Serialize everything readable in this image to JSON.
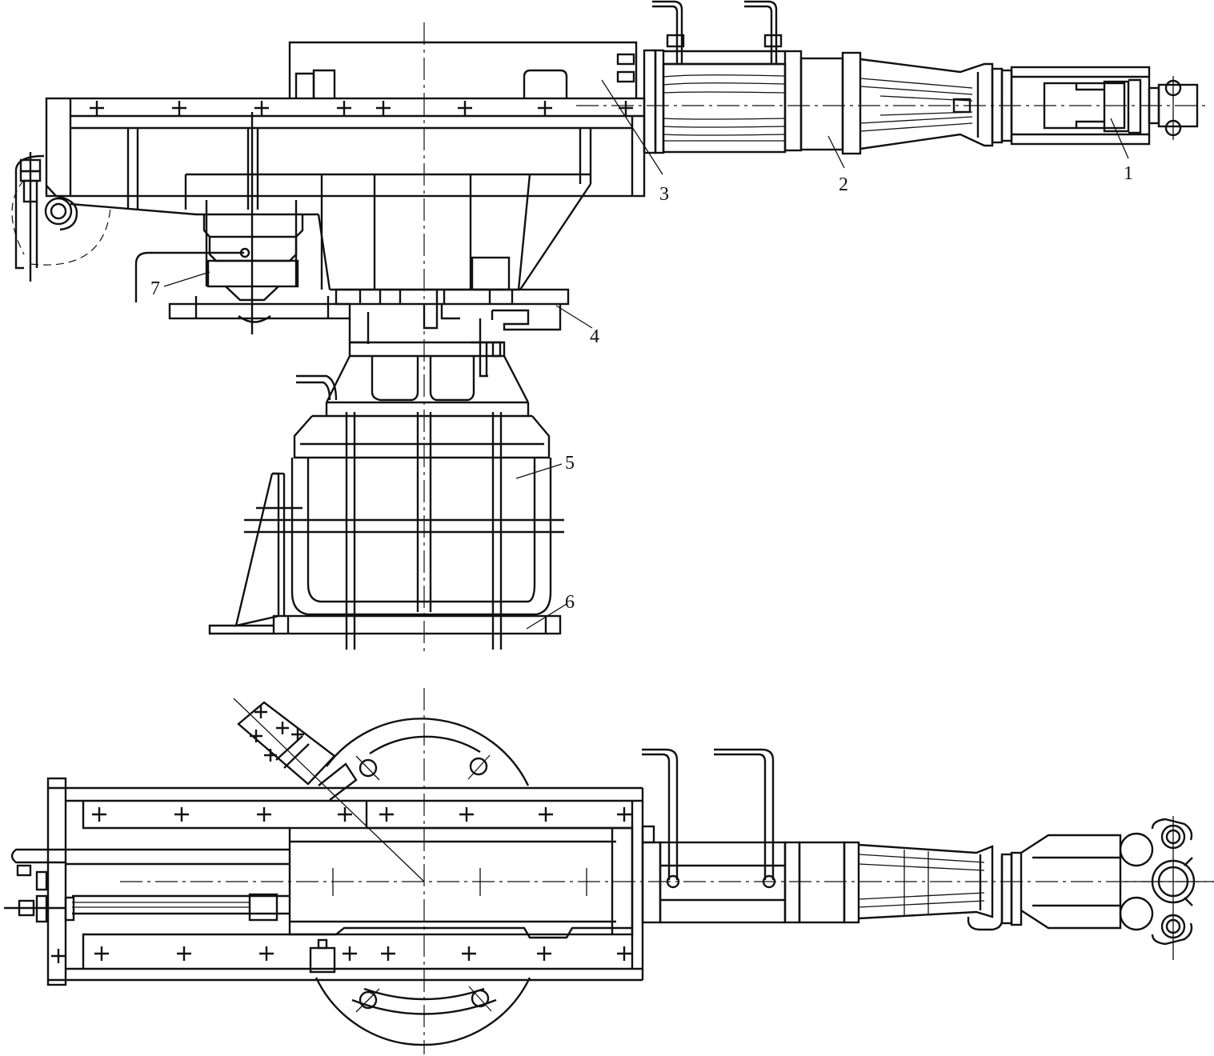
{
  "colors": {
    "line": "#111111",
    "background": "#ffffff"
  },
  "callouts": [
    {
      "id": "1",
      "label": "1"
    },
    {
      "id": "2",
      "label": "2"
    },
    {
      "id": "3",
      "label": "3"
    },
    {
      "id": "4",
      "label": "4"
    },
    {
      "id": "5",
      "label": "5"
    },
    {
      "id": "6",
      "label": "6"
    },
    {
      "id": "7",
      "label": "7"
    }
  ]
}
